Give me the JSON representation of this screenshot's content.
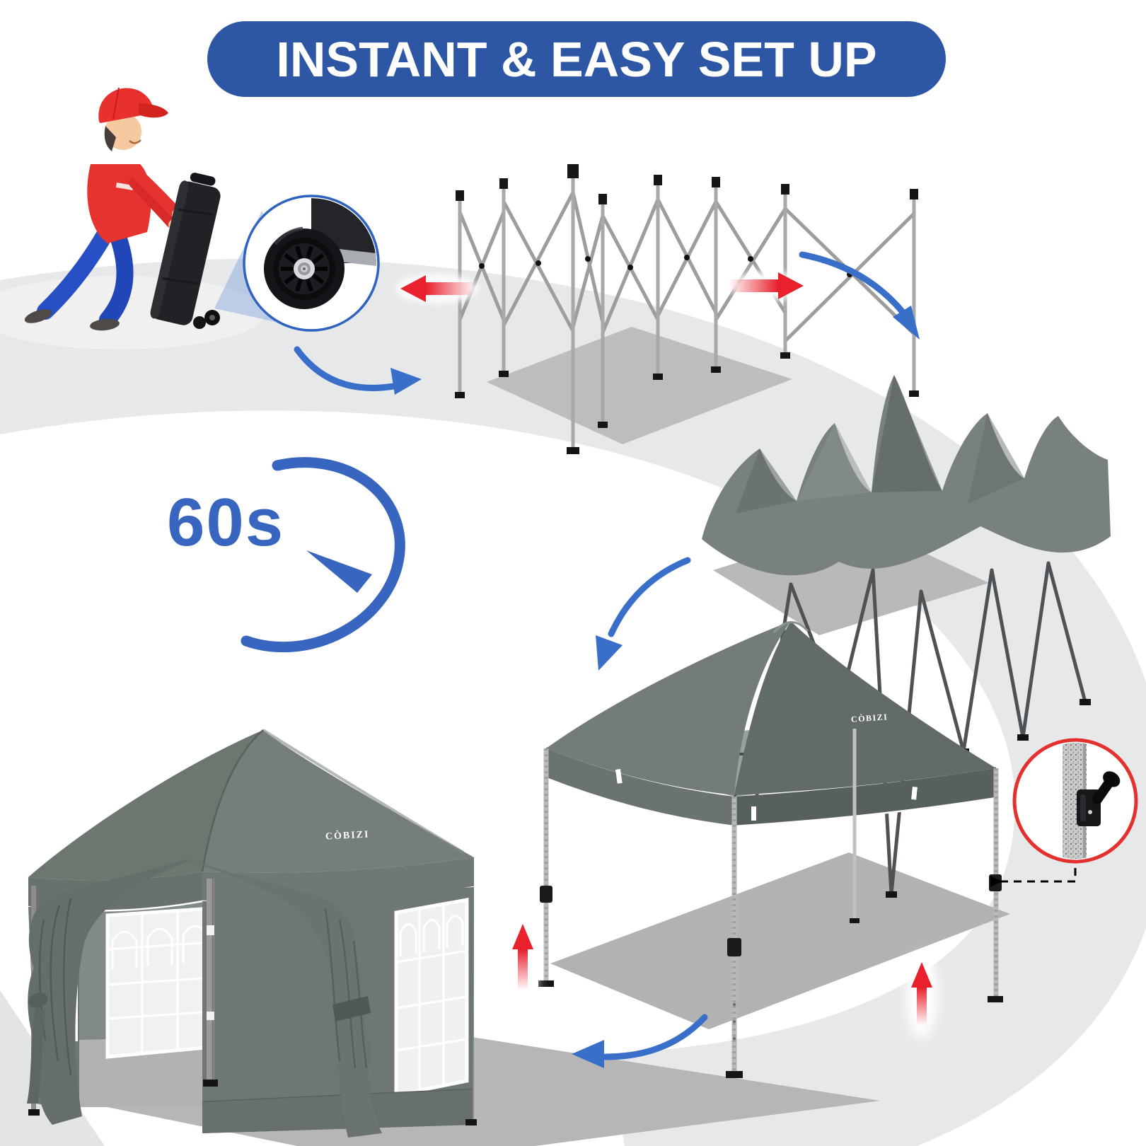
{
  "banner": {
    "title": "INSTANT & EASY SET UP",
    "bg_color": "#2d56a4",
    "text_color": "#ffffff"
  },
  "timer": {
    "label": "60s",
    "color": "#3765bf"
  },
  "brand_logos": {
    "open_canopy": "CÒBIZI",
    "final_tent": "CÒBIZI"
  },
  "palette": {
    "band_gray": "#e7e8ea",
    "floor_shadow_gray": "#b5b5b5",
    "tent_fabric_gray": "#6e7873",
    "tent_fabric_dark": "#5e6762",
    "frame_metal": "#9d9d9d",
    "arrow_blue": "#3a6fc9",
    "arrow_red": "#e8212d",
    "detail_ring_red": "#e53030",
    "worker_shirt_red": "#e73330",
    "worker_pants_blue": "#2850c6"
  },
  "icons": {
    "timer_icon": "stopwatch-arc",
    "expand_left_icon": "red-arrow-left",
    "expand_right_icon": "red-arrow-right",
    "lift_up_icon": "red-arrow-up",
    "flow_icon": "blue-curved-arrow",
    "wheel_detail_icon": "magnifier-circle-wheel",
    "pole_lock_detail_icon": "magnifier-circle-pole-lock"
  }
}
